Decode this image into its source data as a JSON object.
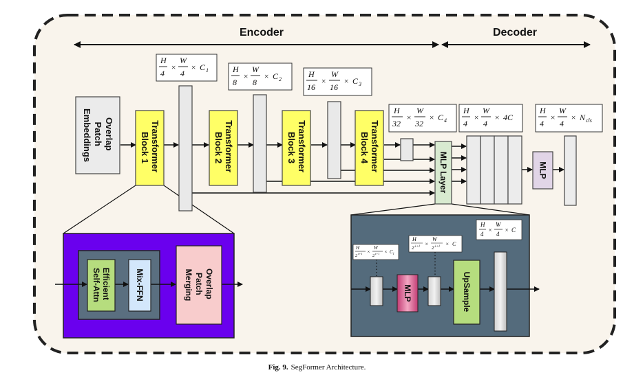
{
  "sections": {
    "encoder": "Encoder",
    "decoder": "Decoder"
  },
  "blocks": {
    "overlap_patch_embeddings": [
      "Overlap",
      "Patch",
      "Embeddings"
    ],
    "transformer_block_1": [
      "Transformer",
      "Block 1"
    ],
    "transformer_block_2": [
      "Transformer",
      "Block 2"
    ],
    "transformer_block_3": [
      "Transformer",
      "Block 3"
    ],
    "transformer_block_4": [
      "Transformer",
      "Block 4"
    ],
    "mlp_layer": "MLP Layer",
    "mlp": "MLP"
  },
  "encoder_detail": {
    "efficient_self_attn": [
      "Efficient",
      "Self-Attn"
    ],
    "mix_ffn": "Mix-FFN",
    "overlap_patch_merging": [
      "Overlap",
      "Patch",
      "Merging"
    ]
  },
  "decoder_detail": {
    "mlp": "MLP",
    "upsample": "UpSample"
  },
  "dims": {
    "c1": {
      "num_h": "H",
      "den_h": "4",
      "num_w": "W",
      "den_w": "4",
      "ch": "C",
      "sub": "1"
    },
    "c2": {
      "num_h": "H",
      "den_h": "8",
      "num_w": "W",
      "den_w": "8",
      "ch": "C",
      "sub": "2"
    },
    "c3": {
      "num_h": "H",
      "den_h": "16",
      "num_w": "W",
      "den_w": "16",
      "ch": "C",
      "sub": "3"
    },
    "c4": {
      "num_h": "H",
      "den_h": "32",
      "num_w": "W",
      "den_w": "32",
      "ch": "C",
      "sub": "4"
    },
    "concat": {
      "num_h": "H",
      "den_h": "4",
      "num_w": "W",
      "den_w": "4",
      "ch": "4C",
      "sub": ""
    },
    "ncls": {
      "num_h": "H",
      "den_h": "4",
      "num_w": "W",
      "den_w": "4",
      "ch": "N",
      "sub": "cls"
    },
    "ci": {
      "num_h": "H",
      "den_h": "2",
      "den_h_sup": "i+1",
      "num_w": "W",
      "den_w": "2",
      "den_w_sup": "i+1",
      "ch": "C",
      "sub": "i"
    },
    "c_mid": {
      "num_h": "H",
      "den_h": "2",
      "den_h_sup": "i+1",
      "num_w": "W",
      "den_w": "2",
      "den_w_sup": "i+1",
      "ch": "C"
    },
    "c_out": {
      "num_h": "H",
      "den_h": "4",
      "num_w": "W",
      "den_w": "4",
      "ch": "C"
    }
  },
  "caption": {
    "label": "Fig. 9.",
    "text": "SegFormer Architecture."
  },
  "colors": {
    "background": "#f9f4ec",
    "yellow_block": "#ffff66",
    "gray_block": "#ebebeb",
    "mlp_layer": "#d8ead0",
    "mlp_purple": "#e1d5e7",
    "encoder_detail_bg": "#6a00ee",
    "encoder_inner_bg": "#5a6f80",
    "decoder_detail_bg": "#546b7c",
    "green": "#b6dd7e",
    "light_blue": "#d3e7fb",
    "pink": "#f8cccc",
    "magenta": "#d9598a"
  }
}
